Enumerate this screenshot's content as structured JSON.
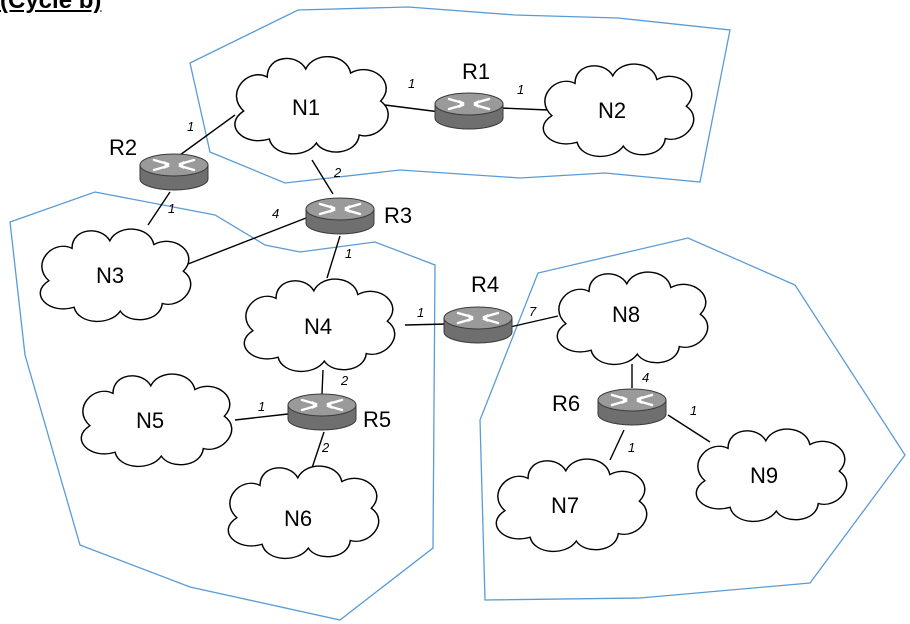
{
  "header_fragment": "(Cycle b)",
  "networks": {
    "N1": "N1",
    "N2": "N2",
    "N3": "N3",
    "N4": "N4",
    "N5": "N5",
    "N6": "N6",
    "N7": "N7",
    "N8": "N8",
    "N9": "N9"
  },
  "routers": {
    "R1": "R1",
    "R2": "R2",
    "R3": "R3",
    "R4": "R4",
    "R5": "R5",
    "R6": "R6"
  },
  "links": [
    {
      "id": "n1-r1",
      "from": "N1",
      "to": "R1",
      "cost": "1"
    },
    {
      "id": "r1-n2",
      "from": "R1",
      "to": "N2",
      "cost": "1"
    },
    {
      "id": "r2-n1",
      "from": "R2",
      "to": "N1",
      "cost": "1"
    },
    {
      "id": "r2-n3",
      "from": "R2",
      "to": "N3",
      "cost": "1"
    },
    {
      "id": "r3-n1",
      "from": "R3",
      "to": "N1",
      "cost": "2"
    },
    {
      "id": "r3-n3",
      "from": "R3",
      "to": "N3",
      "cost": "4"
    },
    {
      "id": "r3-n4",
      "from": "R3",
      "to": "N4",
      "cost": "1"
    },
    {
      "id": "n4-r4",
      "from": "N4",
      "to": "R4",
      "cost": "1"
    },
    {
      "id": "r4-n8",
      "from": "R4",
      "to": "N8",
      "cost": "7"
    },
    {
      "id": "r5-n4",
      "from": "R5",
      "to": "N4",
      "cost": "2"
    },
    {
      "id": "r5-n5",
      "from": "R5",
      "to": "N5",
      "cost": "1"
    },
    {
      "id": "r5-n6",
      "from": "R5",
      "to": "N6",
      "cost": "2"
    },
    {
      "id": "r6-n8",
      "from": "R6",
      "to": "N8",
      "cost": "4"
    },
    {
      "id": "r6-n7",
      "from": "R6",
      "to": "N7",
      "cost": "1"
    },
    {
      "id": "r6-n9",
      "from": "R6",
      "to": "N9",
      "cost": "1"
    }
  ],
  "colors": {
    "region_outline": "#5b9bd5",
    "router_body": "#7f7f7f",
    "router_top": "#9a9a9a",
    "router_arrows": "#ffffff"
  }
}
